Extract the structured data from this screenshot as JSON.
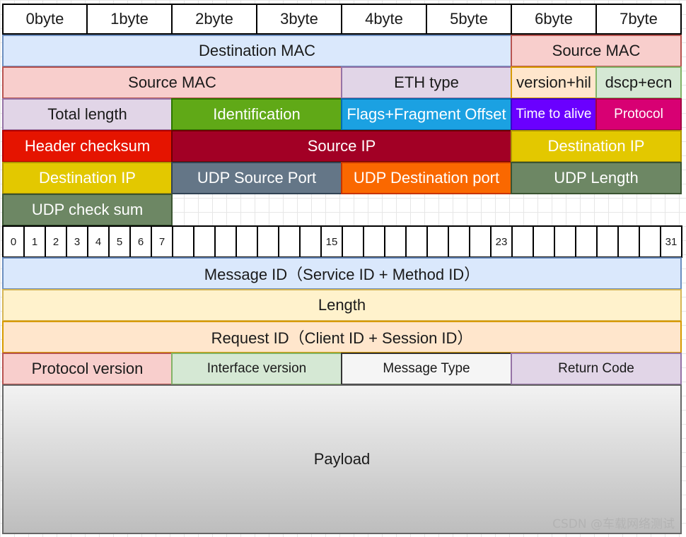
{
  "byte_headers": [
    "0byte",
    "1byte",
    "2byte",
    "3byte",
    "4byte",
    "5byte",
    "6byte",
    "7byte"
  ],
  "fields": {
    "destination_mac": "Destination MAC",
    "source_mac_part1": "Source MAC",
    "source_mac_part2": "Source MAC",
    "eth_type": "ETH type",
    "version_hil": "version+hil",
    "dscp_ecn": "dscp+ecn",
    "total_length": "Total length",
    "identification": "Identification",
    "flags_fragment_offset": "Flags+Fragment Offset",
    "time_to_alive": "Time to alive",
    "protocol": "Protocol",
    "header_checksum": "Header checksum",
    "source_ip": "Source IP",
    "destination_ip_part1": "Destination IP",
    "destination_ip_part2": "Destination IP",
    "udp_source_port": "UDP Source Port",
    "udp_destination_port": "UDP Destination port",
    "udp_length": "UDP Length",
    "udp_checksum": "UDP check sum"
  },
  "bit_labels": [
    "0",
    "1",
    "2",
    "3",
    "4",
    "5",
    "6",
    "7",
    "",
    "",
    "",
    "",
    "",
    "",
    "",
    "15",
    "",
    "",
    "",
    "",
    "",
    "",
    "",
    "23",
    "",
    "",
    "",
    "",
    "",
    "",
    "",
    "31"
  ],
  "someip": {
    "message_id": "Message ID（Service ID + Method ID）",
    "length": "Length",
    "request_id": "Request ID（Client ID + Session ID）",
    "protocol_version": "Protocol version",
    "interface_version": "Interface version",
    "message_type": "Message Type",
    "return_code": "Return Code",
    "payload": "Payload"
  },
  "watermark": "CSDN @车载网络测试",
  "colors": {
    "light_blue": "#dae8fc",
    "light_red": "#f8cecc",
    "light_purple": "#e1d5e7",
    "light_orange": "#ffe6cc",
    "light_green": "#d5e8d4",
    "light_yellow": "#fff2cc",
    "green": "#60a917",
    "cyan": "#1ba1e2",
    "violet": "#6a00ff",
    "magenta": "#d80073",
    "red": "#e51400",
    "dark_red": "#a20025",
    "yellow": "#e3c800",
    "slate": "#647687",
    "orange": "#fa6800",
    "olive_green": "#6d8764",
    "gray": "#f5f5f5"
  }
}
